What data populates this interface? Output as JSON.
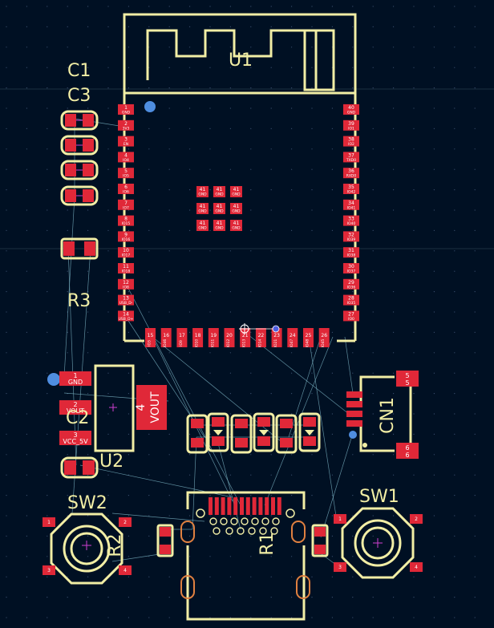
{
  "colors": {
    "background": "#001023",
    "silkscreen": "#f2eea5",
    "pad": "#e02838",
    "ratsnest": "#7fb8c8",
    "via": "#4f8ee0",
    "pad_text": "#ffffff"
  },
  "references": {
    "u1": "U1",
    "c1": "C1",
    "c3": "C3",
    "r3": "R3",
    "c2": "C2",
    "u2": "U2",
    "sw1": "SW1",
    "sw2": "SW2",
    "cn1": "CN1",
    "r1": "R1",
    "r2": "R2"
  },
  "u1_left_pins": [
    {
      "num": "1",
      "name": "GND"
    },
    {
      "num": "2",
      "name": "3V3"
    },
    {
      "num": "3",
      "name": "EN"
    },
    {
      "num": "4",
      "name": "IO4"
    },
    {
      "num": "5",
      "name": "IO5"
    },
    {
      "num": "6",
      "name": "IO6"
    },
    {
      "num": "7",
      "name": "IO7"
    },
    {
      "num": "8",
      "name": "IO15"
    },
    {
      "num": "9",
      "name": "IO16"
    },
    {
      "num": "10",
      "name": "IO17"
    },
    {
      "num": "11",
      "name": "IO18"
    },
    {
      "num": "12",
      "name": "IO8"
    },
    {
      "num": "13",
      "name": "USB_D-"
    },
    {
      "num": "14",
      "name": "USB_D+"
    }
  ],
  "u1_right_pins": [
    {
      "num": "40",
      "name": "GND"
    },
    {
      "num": "39",
      "name": "IO1"
    },
    {
      "num": "38",
      "name": "IO2"
    },
    {
      "num": "37",
      "name": "TXD0"
    },
    {
      "num": "36",
      "name": "RXD0"
    },
    {
      "num": "35",
      "name": "IO42"
    },
    {
      "num": "34",
      "name": "IO41"
    },
    {
      "num": "33",
      "name": "IO40"
    },
    {
      "num": "32",
      "name": "IO39"
    },
    {
      "num": "31",
      "name": "IO38"
    },
    {
      "num": "30",
      "name": "IO37"
    },
    {
      "num": "29",
      "name": "IO36"
    },
    {
      "num": "28",
      "name": "IO35"
    },
    {
      "num": "27",
      "name": "IO0"
    }
  ],
  "u1_bottom_pins": [
    {
      "num": "15",
      "name": "IO3"
    },
    {
      "num": "16",
      "name": "IO46"
    },
    {
      "num": "17",
      "name": "IO9"
    },
    {
      "num": "18",
      "name": "IO10"
    },
    {
      "num": "19",
      "name": "IO11"
    },
    {
      "num": "20",
      "name": "IO12"
    },
    {
      "num": "21",
      "name": "IO13"
    },
    {
      "num": "22",
      "name": "IO14"
    },
    {
      "num": "23",
      "name": "IO21"
    },
    {
      "num": "24",
      "name": "IO47"
    },
    {
      "num": "25",
      "name": "IO48"
    },
    {
      "num": "26",
      "name": "IO45"
    }
  ],
  "u1_center_pads": [
    {
      "num": "41",
      "name": "GND"
    },
    {
      "num": "41",
      "name": "GND"
    },
    {
      "num": "41",
      "name": "GND"
    },
    {
      "num": "41",
      "name": "GND"
    },
    {
      "num": "41",
      "name": "GND"
    },
    {
      "num": "41",
      "name": "GND"
    },
    {
      "num": "41",
      "name": "GND"
    },
    {
      "num": "41",
      "name": "GND"
    },
    {
      "num": "41",
      "name": "GND"
    }
  ],
  "u2_pins": [
    {
      "num": "1",
      "name": "GND"
    },
    {
      "num": "2",
      "name": "VOUT"
    },
    {
      "num": "3",
      "name": "VCC_5V"
    },
    {
      "num": "4",
      "name": "VOUT"
    }
  ],
  "cn1_pins": [
    "5",
    "6"
  ],
  "cn1_pin_names": [
    "5",
    "6"
  ],
  "sw_pins": [
    "1",
    "2",
    "3",
    "4"
  ]
}
